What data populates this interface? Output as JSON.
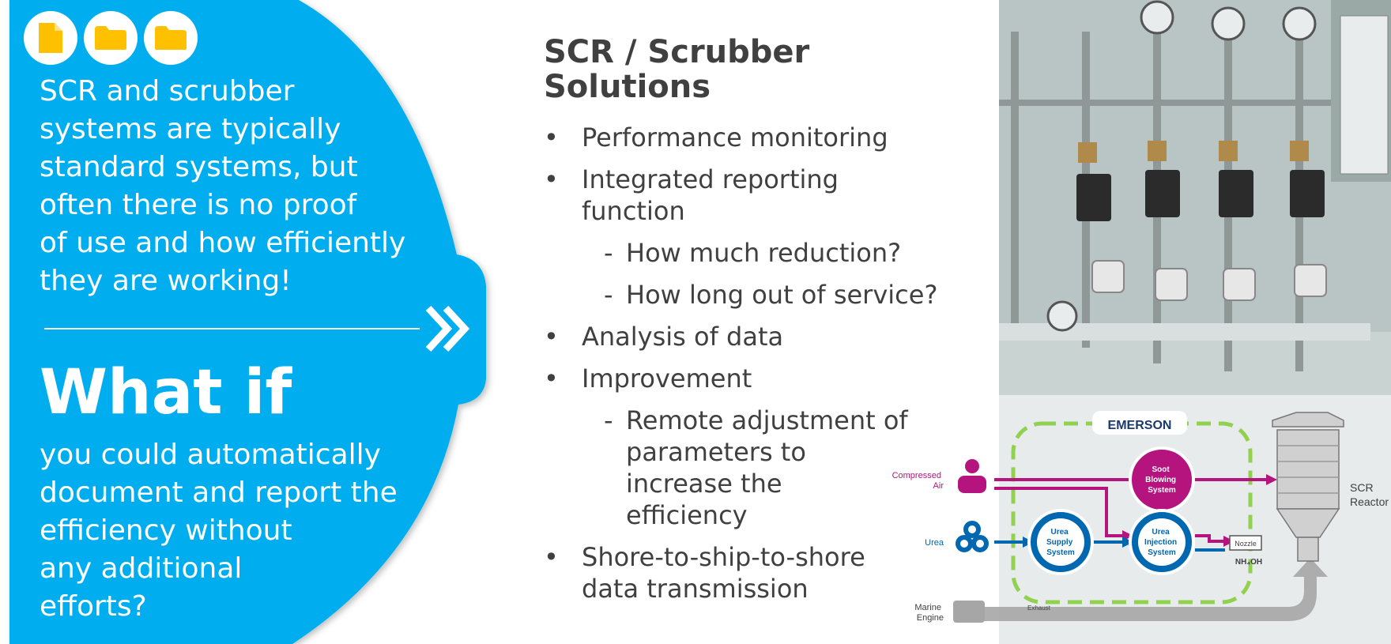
{
  "left_panel": {
    "icons": [
      "document-icon",
      "folder-icon",
      "folder-icon"
    ],
    "intro_lines": [
      "SCR and scrubber",
      "systems are typically",
      "standard systems, but",
      "often there is no proof",
      "of use and how efficiently",
      "they are working!"
    ],
    "what_if_title": "What if",
    "what_if_lines": [
      "you could automatically",
      "document and report the",
      "efficiency without",
      "any additional",
      "efforts?"
    ],
    "colors": {
      "panel_blue": "#00AEEF",
      "text": "#FFFFFF",
      "icon_yellow": "#FFC000"
    }
  },
  "main": {
    "title_lines": [
      "SCR / Scrubber",
      "Solutions"
    ],
    "bullets": [
      {
        "level": 1,
        "lines": [
          "Performance monitoring"
        ]
      },
      {
        "level": 1,
        "lines": [
          "Integrated reporting",
          "function"
        ]
      },
      {
        "level": 2,
        "lines": [
          "How much reduction?"
        ]
      },
      {
        "level": 2,
        "lines": [
          "How long out of service?"
        ]
      },
      {
        "level": 1,
        "lines": [
          "Analysis of data"
        ]
      },
      {
        "level": 1,
        "lines": [
          "Improvement"
        ]
      },
      {
        "level": 2,
        "lines": [
          "Remote adjustment of",
          "parameters to",
          "increase the",
          "efficiency"
        ]
      },
      {
        "level": 1,
        "lines": [
          "Shore-to-ship-to-shore",
          "data transmission"
        ]
      }
    ]
  },
  "diagram": {
    "brand": "EMERSON",
    "labels": {
      "compressed_air": [
        "Compressed",
        "Air"
      ],
      "urea": "Urea",
      "marine_engine": [
        "Marine",
        "Engine"
      ],
      "exhaust": "Exhaust",
      "soot_blowing": [
        "Soot",
        "Blowing",
        "System"
      ],
      "urea_supply": [
        "Urea",
        "Supply",
        "System"
      ],
      "urea_injection": [
        "Urea",
        "Injection",
        "System"
      ],
      "nozzle": "Nozzle",
      "nh4oh": "NH₄OH",
      "scr_reactor": [
        "SCR",
        "Reactor"
      ]
    },
    "colors": {
      "magenta": "#B5147F",
      "blue": "#0067B1",
      "green_dash": "#92D050",
      "grey": "#A6A6A6"
    }
  }
}
